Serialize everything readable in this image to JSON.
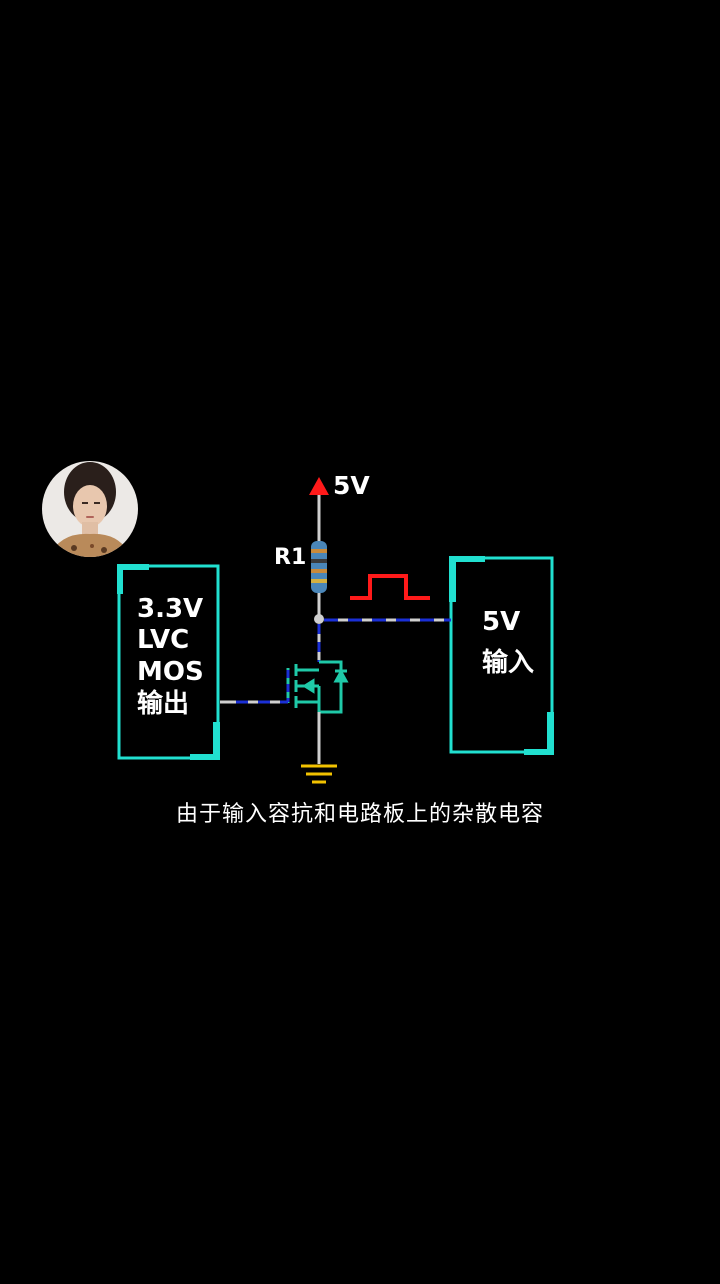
{
  "supply": {
    "label": "5V",
    "color": "#ff1a1a"
  },
  "resistor": {
    "label": "R1"
  },
  "left_block": {
    "lines": [
      "3.3V",
      "LVC",
      "MOS",
      "输出"
    ]
  },
  "right_block": {
    "lines": [
      "5V",
      "输入"
    ]
  },
  "caption": "由于输入容抗和电路板上的杂散电容",
  "colors": {
    "box": "#21e0d0",
    "wire": "#cfcfcf",
    "signal": "#1a2fd6",
    "pulse": "#ff1a1a",
    "mosfet": "#1fc9a8",
    "ground": "#f2c200"
  }
}
